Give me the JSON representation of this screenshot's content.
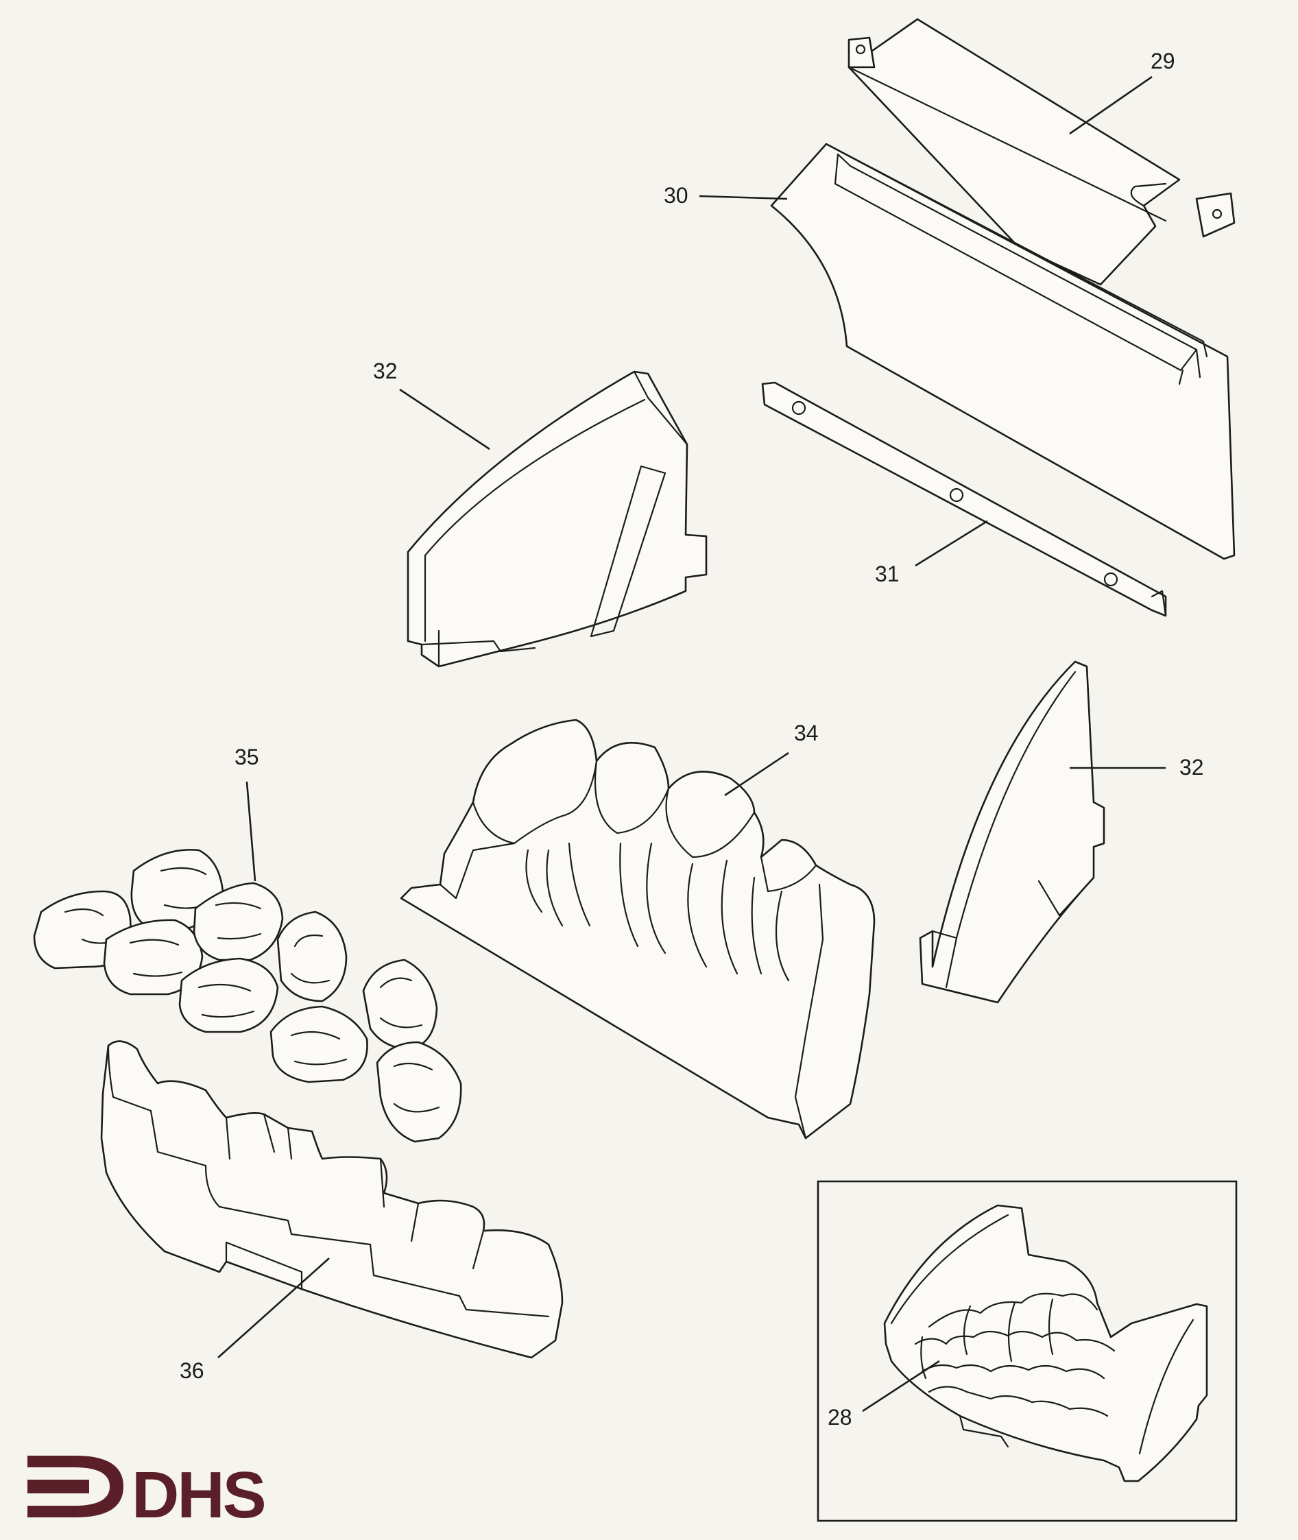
{
  "callouts": {
    "c29": "29",
    "c30": "30",
    "c31": "31",
    "c32a": "32",
    "c32b": "32",
    "c34": "34",
    "c35": "35",
    "c36": "36",
    "c28": "28"
  },
  "logo": {
    "text": "DHS",
    "color": "#5a1f28"
  }
}
